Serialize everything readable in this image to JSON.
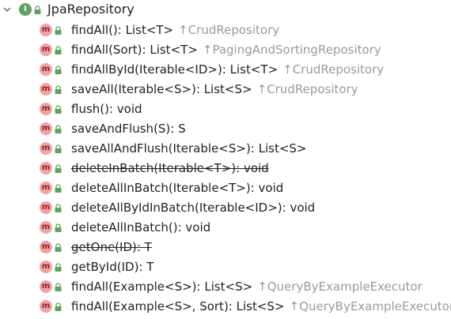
{
  "root": {
    "icon_letter": "I",
    "icon": "interface-icon",
    "label": "JpaRepository",
    "expanded": true
  },
  "methods": [
    {
      "icon_letter": "m",
      "signature": "findAll(): List<T>",
      "inherited_from": "↑CrudRepository",
      "deprecated": false
    },
    {
      "icon_letter": "m",
      "signature": "findAll(Sort): List<T>",
      "inherited_from": "↑PagingAndSortingRepository",
      "deprecated": false
    },
    {
      "icon_letter": "m",
      "signature": "findAllById(Iterable<ID>): List<T>",
      "inherited_from": "↑CrudRepository",
      "deprecated": false
    },
    {
      "icon_letter": "m",
      "signature": "saveAll(Iterable<S>): List<S>",
      "inherited_from": "↑CrudRepository",
      "deprecated": false
    },
    {
      "icon_letter": "m",
      "signature": "flush(): void",
      "inherited_from": "",
      "deprecated": false
    },
    {
      "icon_letter": "m",
      "signature": "saveAndFlush(S): S",
      "inherited_from": "",
      "deprecated": false
    },
    {
      "icon_letter": "m",
      "signature": "saveAllAndFlush(Iterable<S>): List<S>",
      "inherited_from": "",
      "deprecated": false
    },
    {
      "icon_letter": "m",
      "signature": "deleteInBatch(Iterable<T>): void",
      "inherited_from": "",
      "deprecated": true
    },
    {
      "icon_letter": "m",
      "signature": "deleteAllInBatch(Iterable<T>): void",
      "inherited_from": "",
      "deprecated": false
    },
    {
      "icon_letter": "m",
      "signature": "deleteAllByIdInBatch(Iterable<ID>): void",
      "inherited_from": "",
      "deprecated": false
    },
    {
      "icon_letter": "m",
      "signature": "deleteAllInBatch(): void",
      "inherited_from": "",
      "deprecated": false
    },
    {
      "icon_letter": "m",
      "signature": "getOne(ID): T",
      "inherited_from": "",
      "deprecated": true
    },
    {
      "icon_letter": "m",
      "signature": "getById(ID): T",
      "inherited_from": "",
      "deprecated": false
    },
    {
      "icon_letter": "m",
      "signature": "findAll(Example<S>): List<S>",
      "inherited_from": "↑QueryByExampleExecutor",
      "deprecated": false
    },
    {
      "icon_letter": "m",
      "signature": "findAll(Example<S>, Sort): List<S>",
      "inherited_from": "↑QueryByExampleExecutor",
      "deprecated": false
    }
  ],
  "colors": {
    "interface_icon": "#5fa15f",
    "method_icon": "#f1a2a2",
    "method_icon_letter": "#8a1f1f",
    "lock": "#5fa15f",
    "inherited_text": "#9a9a9a",
    "text": "#1f1f1f"
  }
}
